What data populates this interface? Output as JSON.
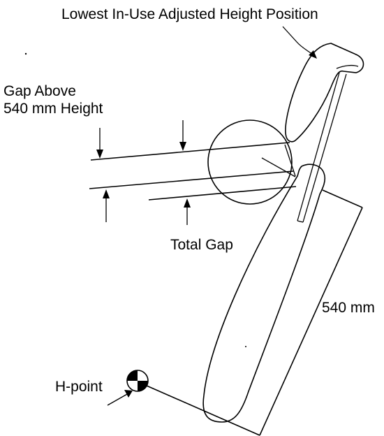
{
  "labels": {
    "lowest_position": "Lowest In-Use Adjusted Height Position",
    "gap_above_line1": "Gap Above",
    "gap_above_line2": "540 mm Height",
    "total_gap": "Total Gap",
    "dimension_540": "540 mm",
    "h_point": "H-point"
  },
  "colors": {
    "ink": "#000000",
    "background": "#ffffff"
  }
}
